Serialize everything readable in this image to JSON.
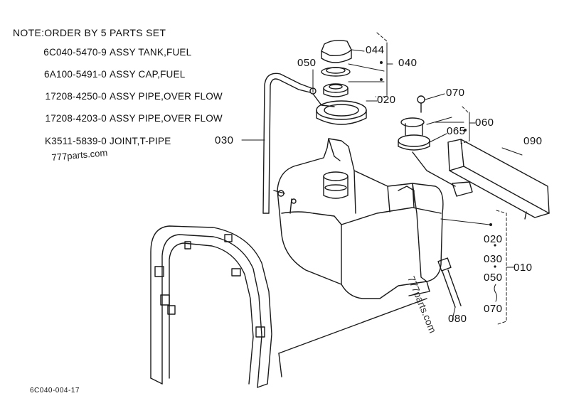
{
  "note": {
    "title": "NOTE:ORDER BY 5 PARTS SET"
  },
  "parts": [
    {
      "part_no": "6C040-5470-9",
      "description": "ASSY TANK,FUEL"
    },
    {
      "part_no": "6A100-5491-0",
      "description": "ASSY CAP,FUEL"
    },
    {
      "part_no": "17208-4250-0",
      "description": "ASSY PIPE,OVER FLOW"
    },
    {
      "part_no": "17208-4203-0",
      "description": "ASSY PIPE,OVER FLOW"
    },
    {
      "part_no": "K3511-5839-0",
      "description": "JOINT,T-PIPE"
    }
  ],
  "watermarks": [
    "777parts.com",
    "777parts.com"
  ],
  "callouts": {
    "c044": "044",
    "c040": "040",
    "c050": "050",
    "c020": "020",
    "c070": "070",
    "c060": "060",
    "c065": "065",
    "c030": "030",
    "c090": "090",
    "c010": "010",
    "c080": "080",
    "g020": "020",
    "g030": "030",
    "g050": "050",
    "g070": "070"
  },
  "figure_code": "6C040-004-17"
}
